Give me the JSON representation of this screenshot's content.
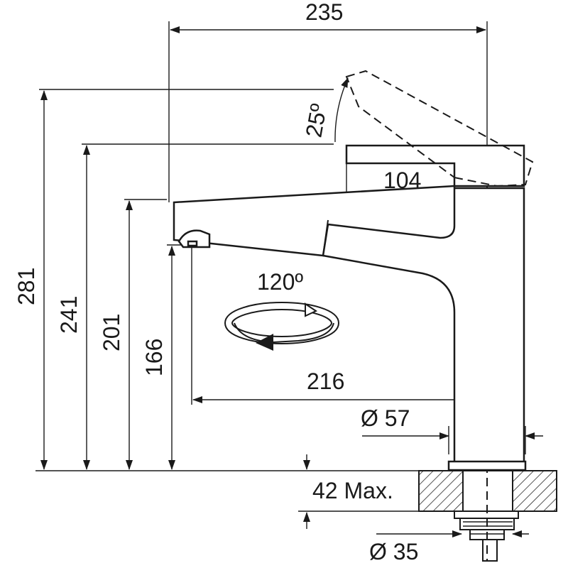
{
  "diagram": {
    "labels": {
      "width_top": "235",
      "angle": "25º",
      "handle_length": "104",
      "height_total": "281",
      "height_handle": "241",
      "height_spout_top": "201",
      "height_outlet": "166",
      "rotation": "120º",
      "reach": "216",
      "body_diameter": "Ø 57",
      "mount_thickness": "42 Max.",
      "hole_diameter": "Ø 35"
    }
  }
}
